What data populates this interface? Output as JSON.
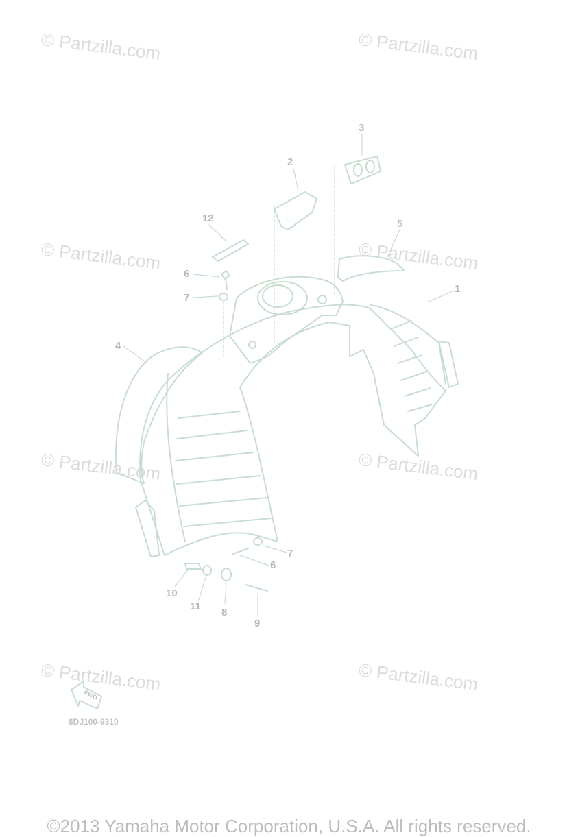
{
  "watermarks": [
    "© Partzilla.com",
    "© Partzilla.com",
    "© Partzilla.com",
    "© Partzilla.com",
    "© Partzilla.com",
    "© Partzilla.com",
    "© Partzilla.com",
    "© Partzilla.com"
  ],
  "callouts": [
    "1",
    "2",
    "3",
    "4",
    "5",
    "6",
    "7",
    "12",
    "7",
    "6",
    "8",
    "9",
    "10",
    "11"
  ],
  "fwd_label": "FWD",
  "diagram_code": "8DJ100-9310",
  "copyright": "©2013 Yamaha Motor Corporation, U.S.A. All rights reserved.",
  "colors": {
    "line": "#c8ddd0",
    "text": "#b8b8b8",
    "watermark": "#dcdcdc"
  }
}
